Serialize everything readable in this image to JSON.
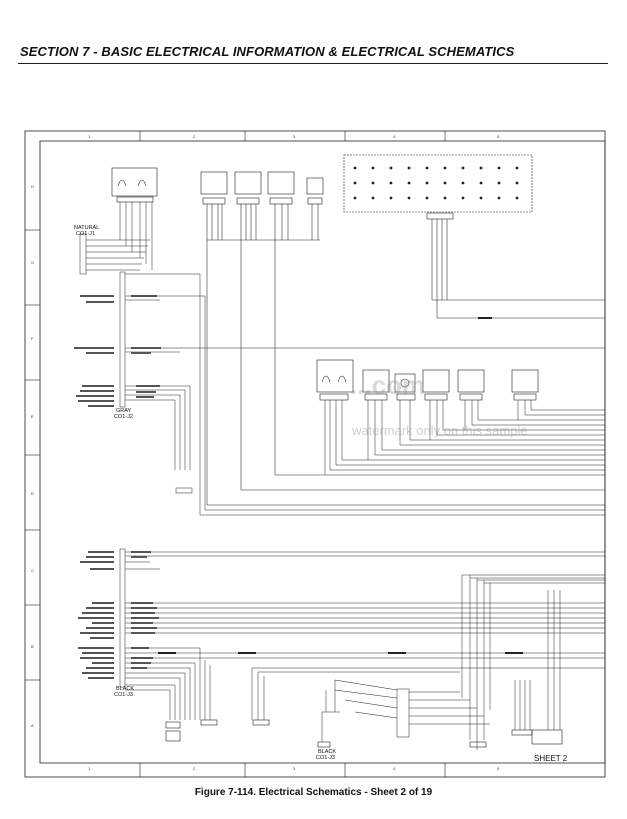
{
  "header": {
    "section_title": "SECTION 7 - BASIC ELECTRICAL INFORMATION & ELECTRICAL SCHEMATICS"
  },
  "figure": {
    "caption": "Figure 7-114.  Electrical Schematics - Sheet 2 of 19"
  },
  "grid": {
    "columns": [
      "1",
      "2",
      "3",
      "4",
      "5"
    ],
    "rows": [
      "H",
      "G",
      "F",
      "E",
      "D",
      "C",
      "B",
      "A"
    ]
  },
  "connectors": {
    "natural": {
      "name": "NATURAL",
      "code": "CO1-J1"
    },
    "gray": {
      "name": "GRAY",
      "code": "CO1-J2"
    },
    "black": {
      "name": "BLACK",
      "code": "CO1-J3"
    },
    "black2": {
      "name": "BLACK",
      "code": "CO1-J3"
    }
  },
  "sheet_ref": "SHEET 2",
  "watermark": {
    "site": "...com",
    "note": "watermark only on this sample"
  }
}
